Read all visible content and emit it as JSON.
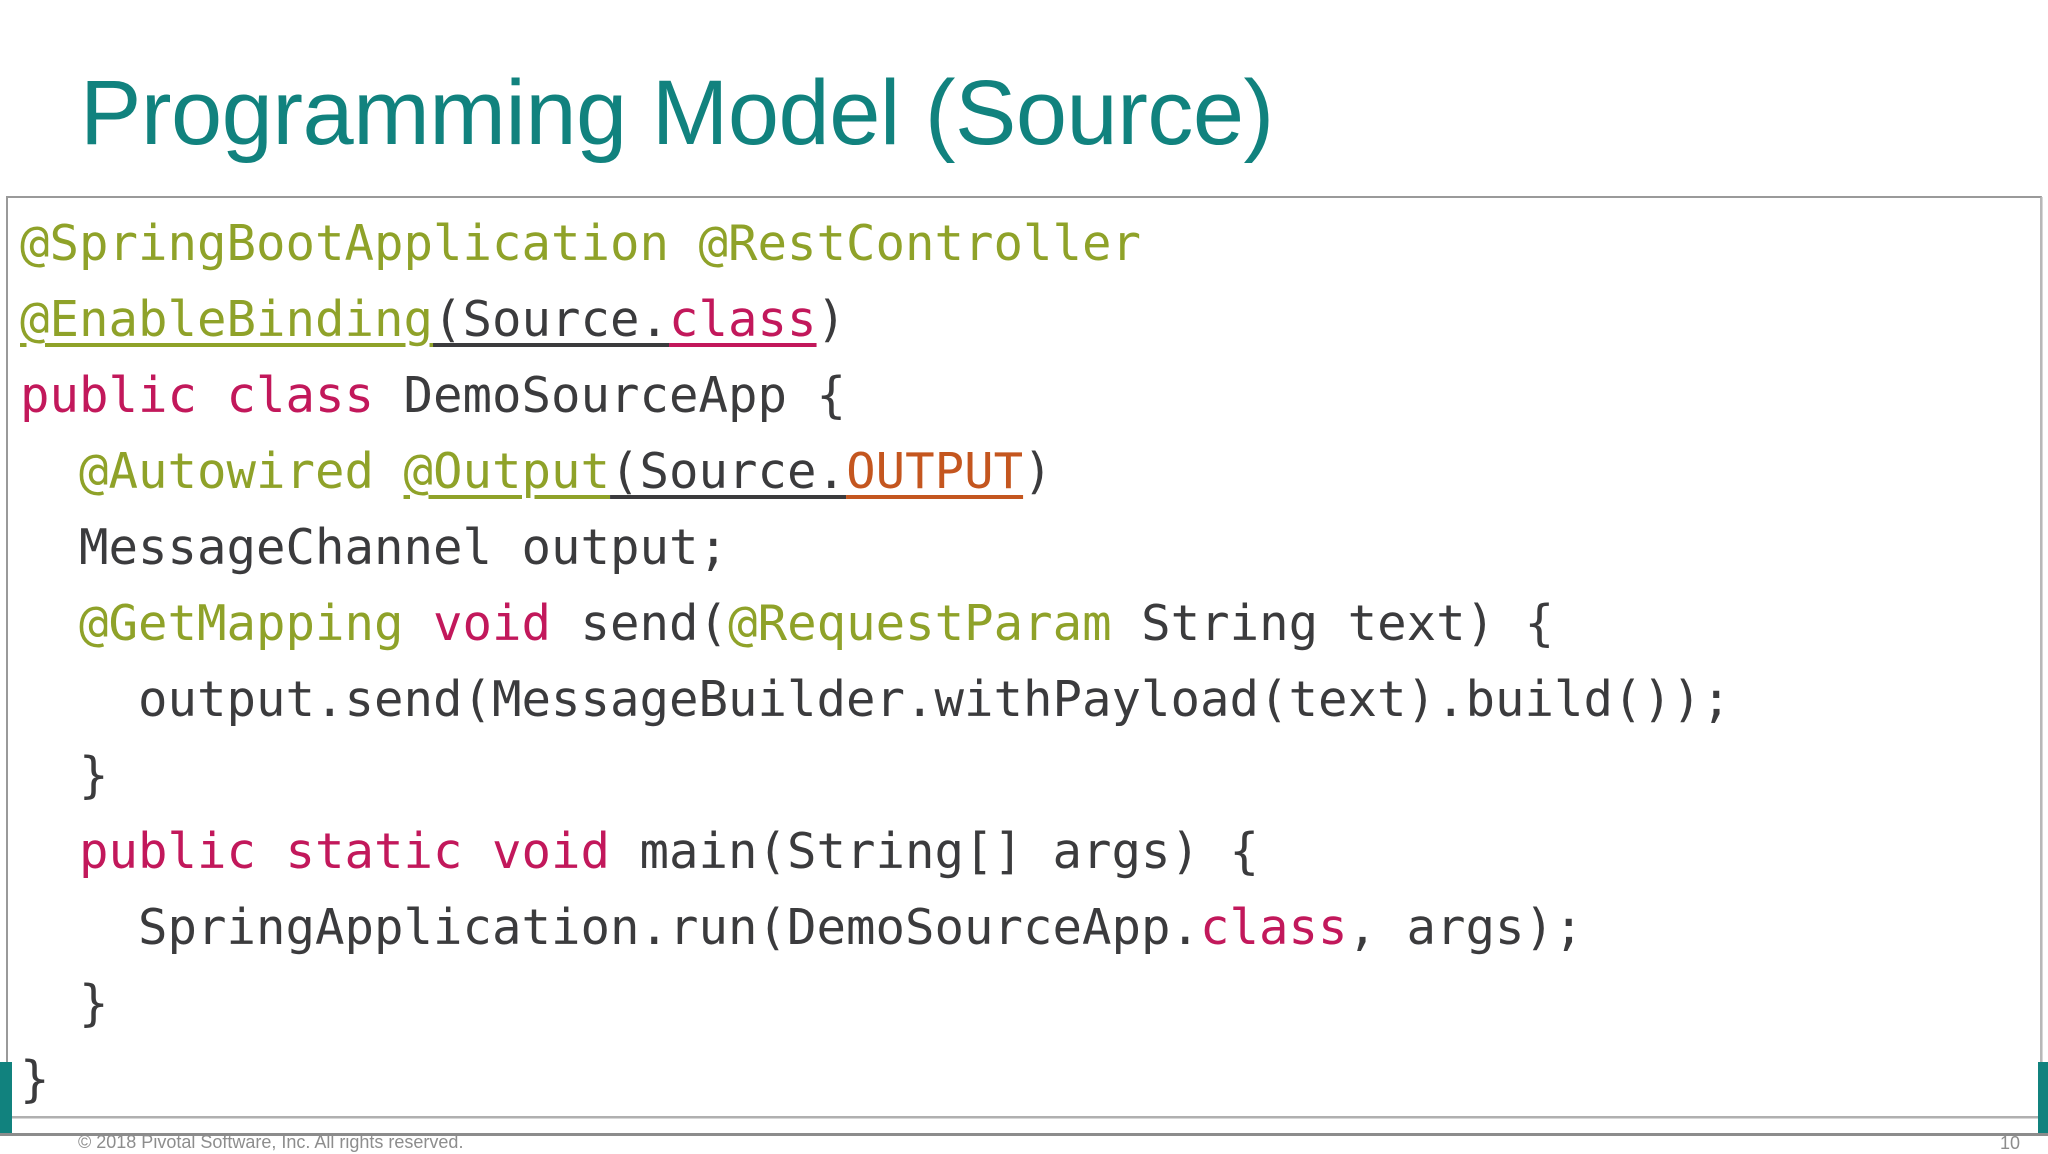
{
  "slide": {
    "title": "Programming Model (Source)",
    "accent_color": "#11827E",
    "background_color": "#FFFFFF"
  },
  "code_block": {
    "language": "java",
    "border_color": "#9A9A9A",
    "colors": {
      "annotation": "#8FA229",
      "keyword": "#C2185B",
      "plain": "#3B3B3D",
      "constant": "#C4561F"
    },
    "lines": [
      {
        "index": 1,
        "text": "@SpringBootApplication @RestController",
        "tokens": [
          {
            "text": "@SpringBootApplication @RestController",
            "style": "annotation",
            "underline": false
          }
        ]
      },
      {
        "index": 2,
        "text": "@EnableBinding(Source.class)",
        "tokens": [
          {
            "text": "@EnableBinding",
            "style": "annotation",
            "underline": true
          },
          {
            "text": "(Source.",
            "style": "plain",
            "underline": true
          },
          {
            "text": "class",
            "style": "keyword",
            "underline": true
          },
          {
            "text": ")",
            "style": "plain",
            "underline": false
          }
        ]
      },
      {
        "index": 3,
        "text": "public class DemoSourceApp {",
        "tokens": [
          {
            "text": "public class",
            "style": "keyword",
            "underline": false
          },
          {
            "text": " DemoSourceApp {",
            "style": "plain",
            "underline": false
          }
        ]
      },
      {
        "index": 4,
        "text": "  @Autowired @Output(Source.OUTPUT)",
        "tokens": [
          {
            "text": "  ",
            "style": "plain",
            "underline": false
          },
          {
            "text": "@Autowired ",
            "style": "annotation",
            "underline": false
          },
          {
            "text": "@Output",
            "style": "annotation",
            "underline": true
          },
          {
            "text": "(Source.",
            "style": "plain",
            "underline": true
          },
          {
            "text": "OUTPUT",
            "style": "constant",
            "underline": true
          },
          {
            "text": ")",
            "style": "plain",
            "underline": false
          }
        ]
      },
      {
        "index": 5,
        "text": "  MessageChannel output;",
        "tokens": [
          {
            "text": "  MessageChannel output;",
            "style": "plain",
            "underline": false
          }
        ]
      },
      {
        "index": 6,
        "text": "  @GetMapping void send(@RequestParam String text) {",
        "tokens": [
          {
            "text": "  ",
            "style": "plain",
            "underline": false
          },
          {
            "text": "@GetMapping ",
            "style": "annotation",
            "underline": false
          },
          {
            "text": "void",
            "style": "keyword",
            "underline": false
          },
          {
            "text": " send(",
            "style": "plain",
            "underline": false
          },
          {
            "text": "@RequestParam",
            "style": "annotation",
            "underline": false
          },
          {
            "text": " String text) {",
            "style": "plain",
            "underline": false
          }
        ]
      },
      {
        "index": 7,
        "text": "    output.send(MessageBuilder.withPayload(text).build());",
        "tokens": [
          {
            "text": "    output.send(MessageBuilder.withPayload(text).build());",
            "style": "plain",
            "underline": false
          }
        ]
      },
      {
        "index": 8,
        "text": "  }",
        "tokens": [
          {
            "text": "  }",
            "style": "plain",
            "underline": false
          }
        ]
      },
      {
        "index": 9,
        "text": "  public static void main(String[] args) {",
        "tokens": [
          {
            "text": "  ",
            "style": "plain",
            "underline": false
          },
          {
            "text": "public static void",
            "style": "keyword",
            "underline": false
          },
          {
            "text": " main(String[] args) {",
            "style": "plain",
            "underline": false
          }
        ]
      },
      {
        "index": 10,
        "text": "    SpringApplication.run(DemoSourceApp.class, args);",
        "tokens": [
          {
            "text": "    SpringApplication.run(DemoSourceApp.",
            "style": "plain",
            "underline": false
          },
          {
            "text": "class",
            "style": "keyword",
            "underline": false
          },
          {
            "text": ", args);",
            "style": "plain",
            "underline": false
          }
        ]
      },
      {
        "index": 11,
        "text": "  }",
        "tokens": [
          {
            "text": "  }",
            "style": "plain",
            "underline": false
          }
        ]
      },
      {
        "index": 12,
        "text": "}",
        "tokens": [
          {
            "text": "}",
            "style": "plain",
            "underline": false
          }
        ]
      }
    ]
  },
  "footer": {
    "copyright": "© 2018 Pivotal Software, Inc. All rights reserved.",
    "page_number": "10"
  }
}
